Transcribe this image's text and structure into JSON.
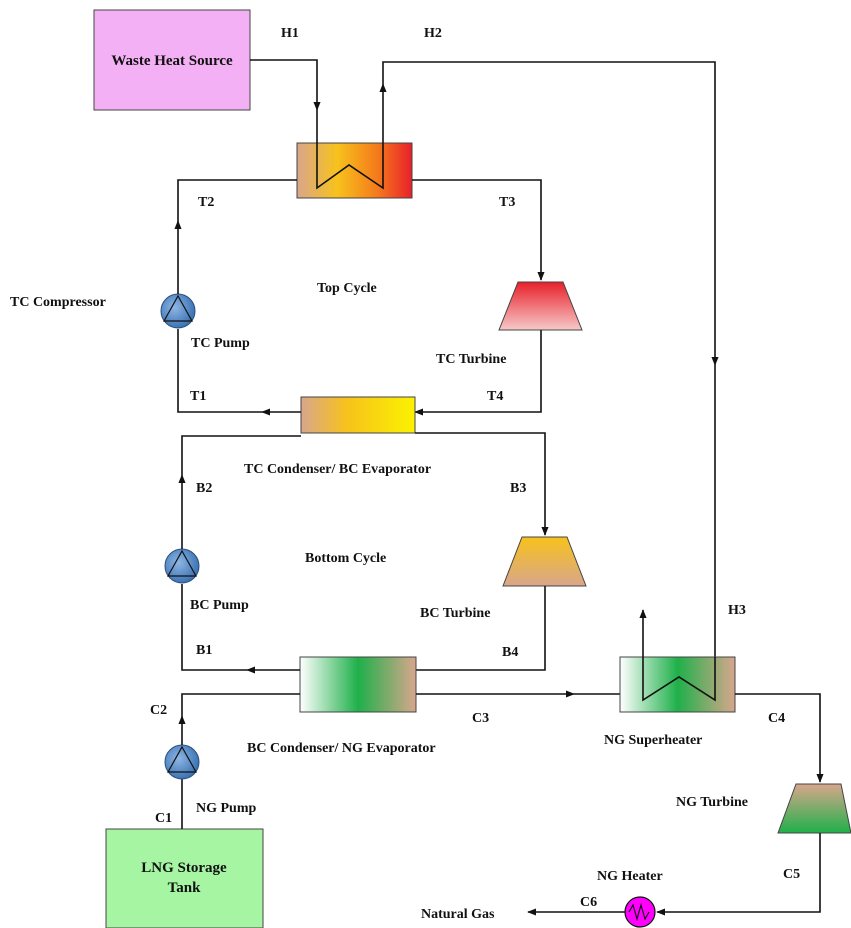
{
  "colors": {
    "waste_heat_source": "#f4b0f4",
    "lng_tank": "#a6f5a2",
    "ng_heater": "#ff00ff",
    "pump": "#4f87c4",
    "red": "#e8202a",
    "yellow": "#fbe700",
    "green": "#27b24a",
    "tan": "#d8a68c"
  },
  "components": {
    "waste_heat_source": "Waste Heat Source",
    "lng_tank_line1": "LNG Storage",
    "lng_tank_line2": "Tank",
    "tc_compressor": "TC Compressor",
    "tc_pump": "TC Pump",
    "tc_turbine": "TC Turbine",
    "tc_condenser": "TC Condenser/ BC Evaporator",
    "bc_pump": "BC Pump",
    "bc_turbine": "BC Turbine",
    "bc_condenser": "BC Condenser/ NG Evaporator",
    "ng_pump": "NG Pump",
    "ng_superheater": "NG Superheater",
    "ng_turbine": "NG Turbine",
    "ng_heater": "NG Heater",
    "natural_gas": "Natural Gas"
  },
  "cycles": {
    "top": "Top Cycle",
    "bottom": "Bottom Cycle"
  },
  "states": {
    "h1": "H1",
    "h2": "H2",
    "h3": "H3",
    "t1": "T1",
    "t2": "T2",
    "t3": "T3",
    "t4": "T4",
    "b1": "B1",
    "b2": "B2",
    "b3": "B3",
    "b4": "B4",
    "c1": "C1",
    "c2": "C2",
    "c3": "C3",
    "c4": "C4",
    "c5": "C5",
    "c6": "C6"
  }
}
